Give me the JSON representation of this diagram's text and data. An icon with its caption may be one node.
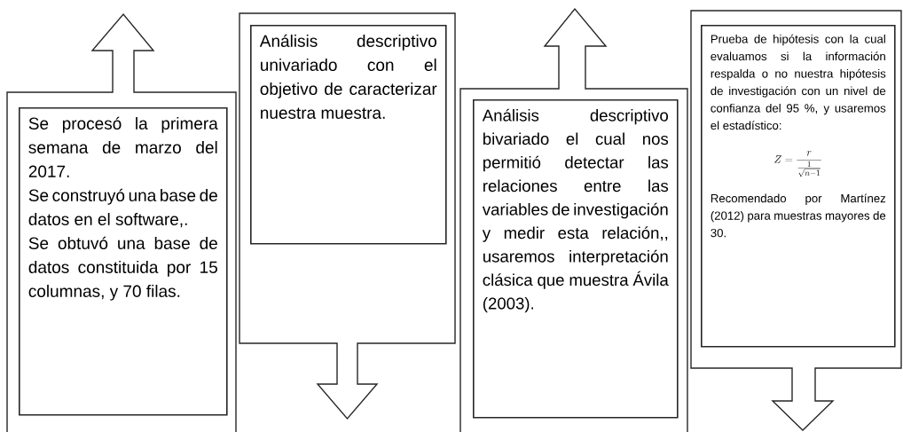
{
  "diagram": {
    "nodes": [
      {
        "text": [],
        "shape": "box"
      },
      {
        "text": [
          "Se procesó la primera semana de marzo del 2017.",
          "Se construyó una base de datos en el software,.",
          "Se obtuvó una base de datos constituida por 15 columnas, y 70 filas."
        ],
        "in": 0
      },
      {
        "text": [],
        "shape": "box"
      },
      {
        "text": [
          "Análisis descriptivo univariado con el objetivo de caracterizar nuestra muestra."
        ],
        "in": 2
      },
      {
        "text": [],
        "shape": "box"
      },
      {
        "text": [
          "Análisis descriptivo bivariado el cual nos permitió detectar las relaciones entre las variables de investigación y medir esta relación,, usaremos interpretación clásica que muestra Ávila (2003)."
        ],
        "in": 4
      },
      {
        "text": [],
        "shape": "box"
      },
      {
        "text": [
          "Prueba de hipótesis con la cual evaluamos si la información respalda o no nuestra hipótesis de investigación con un nivel de confianza del 95 %, y usaremos el estadístico:",
          "Z=\\frac{r}{\\frac{1}{\\sqrt{n-1}}}",
          "Recomendado por Martínez (2012) para muestras mayores de 30."
        ],
        "in": 6
      }
    ]
  }
}
